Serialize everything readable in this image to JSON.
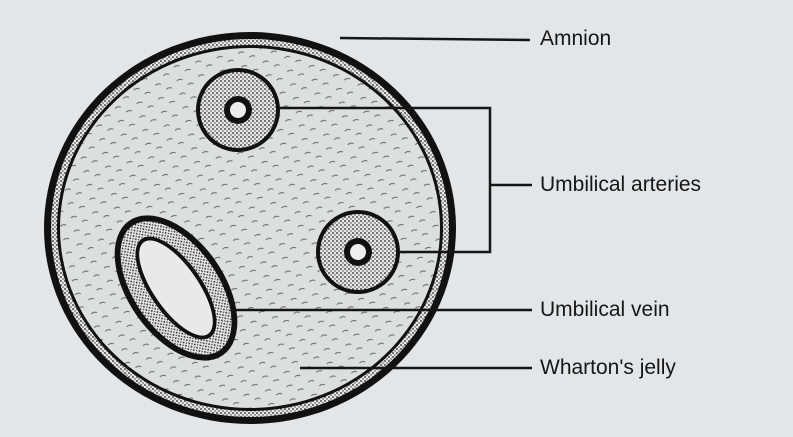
{
  "diagram": {
    "labels": {
      "amnion": "Amnion",
      "arteries": "Umbilical arteries",
      "vein": "Umbilical vein",
      "jelly": "Wharton's jelly"
    },
    "colors": {
      "background": "#e3e6e8",
      "ink": "#151515",
      "jelly_fill": "#d9dcdd"
    }
  }
}
